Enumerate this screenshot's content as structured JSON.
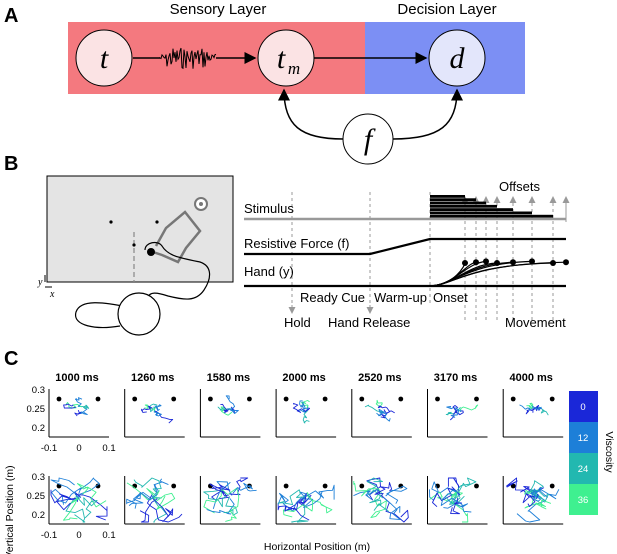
{
  "panelA": {
    "letter": "A",
    "sensory_title": "Sensory Layer",
    "decision_title": "Decision Layer",
    "nodes": {
      "t": "t",
      "tm_base": "t",
      "tm_sub": "m",
      "d": "d",
      "f": "f"
    },
    "colors": {
      "sensory": "#f4797f",
      "decision": "#7c8ff4"
    }
  },
  "panelB": {
    "letter": "B",
    "axis_y": "y",
    "axis_x": "x",
    "traces": [
      "Stimulus",
      "Resistive Force (f)",
      "Hand (y)"
    ],
    "offsets_label": "Offsets",
    "events": [
      "Hold",
      "Ready Cue",
      "Hand Release",
      "Warm-up",
      "Onset",
      "Movement"
    ]
  },
  "panelC": {
    "letter": "C",
    "conditions": [
      "1000 ms",
      "1260 ms",
      "1580 ms",
      "2000 ms",
      "2520 ms",
      "3170 ms",
      "4000 ms"
    ],
    "y_ticks": [
      "0.3",
      "0.25",
      "0.2"
    ],
    "x_ticks": [
      "-0.1",
      "0",
      "0.1"
    ],
    "ylabel": "Vertical Position (m)",
    "xlabel": "Horizontal Position (m)",
    "colorbar": {
      "title": "Viscosity",
      "levels": [
        "0",
        "12",
        "24",
        "36"
      ],
      "colors": [
        "#1a27d8",
        "#1d7fd8",
        "#22b8b0",
        "#3ff090"
      ]
    }
  }
}
